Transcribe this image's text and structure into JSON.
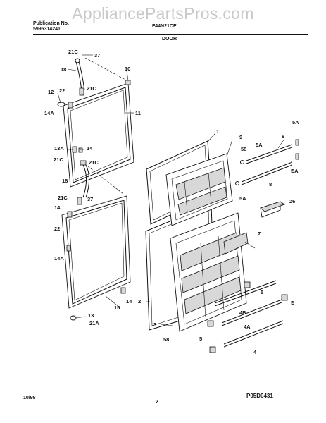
{
  "watermark": "AppliancePartsPros.com",
  "header": {
    "publication_label": "Publication No.",
    "publication_number": "5995314241",
    "model": "F44N21CE",
    "section": "DOOR"
  },
  "footer": {
    "date": "10/98",
    "page": "2",
    "drawing_code": "P05D0431"
  },
  "callouts": {
    "c21C_a": "21C",
    "c37_a": "37",
    "c18_a": "18",
    "c10": "10",
    "c12": "12",
    "c22_a": "22",
    "c21C_b": "21C",
    "c14A_a": "14A",
    "c11": "11",
    "c13A": "13A",
    "c14_a": "14",
    "c21C_c": "21C",
    "c21C_d": "21C",
    "c18_b": "18",
    "c21C_e": "21C",
    "c37_b": "37",
    "c14_b": "14",
    "c22_b": "22",
    "c14A_b": "14A",
    "c14_c": "14",
    "c15": "15",
    "c13": "13",
    "c21A": "21A",
    "c1": "1",
    "c9": "9",
    "c58_a": "58",
    "c5A_a": "5A",
    "c8_a": "8",
    "c5A_b": "5A",
    "c5A_c": "5A",
    "c8_b": "8",
    "c5A_d": "5A",
    "c26": "26",
    "c7": "7",
    "c2": "2",
    "c3": "3",
    "c58_b": "58",
    "c5_a": "5",
    "c4B": "4B",
    "c5_b": "5",
    "c4A": "4A",
    "c5_c": "5",
    "c4": "4"
  }
}
